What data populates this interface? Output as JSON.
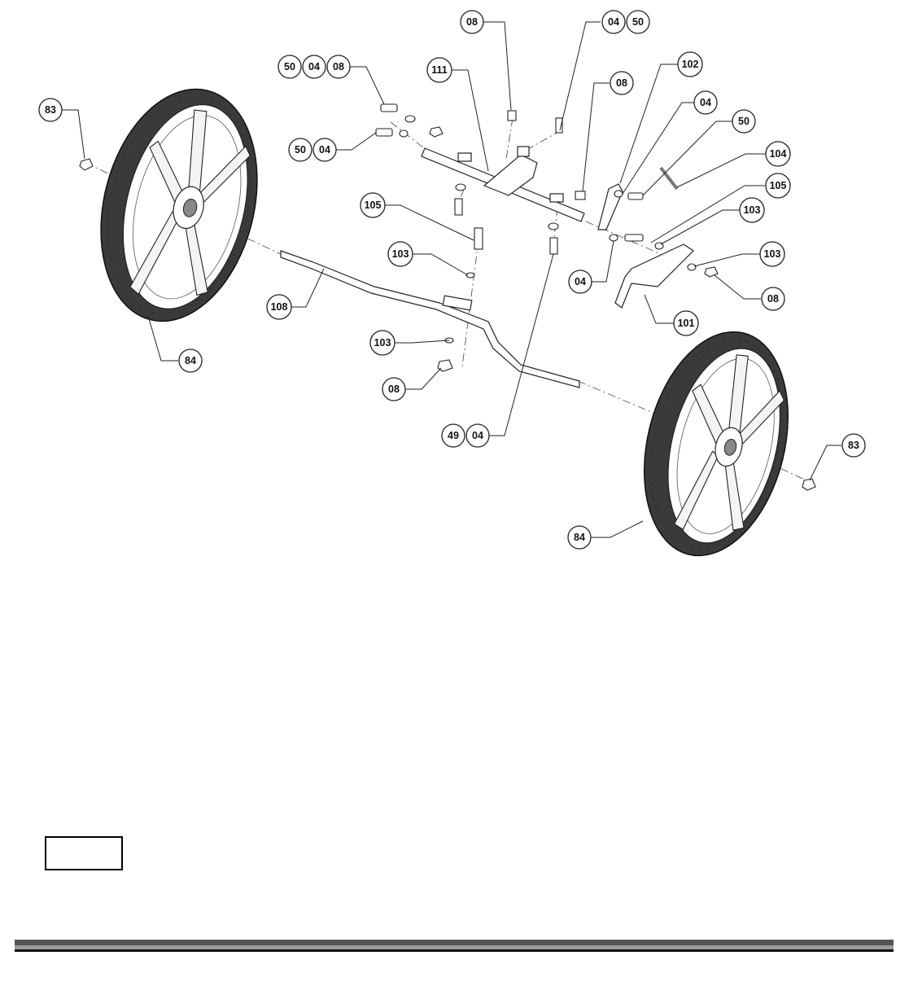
{
  "callouts": [
    {
      "id": "c08a",
      "label": "08"
    },
    {
      "id": "c04a",
      "label": "04"
    },
    {
      "id": "c50a",
      "label": "50"
    },
    {
      "id": "c50b",
      "label": "50"
    },
    {
      "id": "c04b",
      "label": "04"
    },
    {
      "id": "c08b",
      "label": "08"
    },
    {
      "id": "c111",
      "label": "111"
    },
    {
      "id": "c102",
      "label": "102"
    },
    {
      "id": "c08c",
      "label": "08"
    },
    {
      "id": "c83a",
      "label": "83"
    },
    {
      "id": "c04c",
      "label": "04"
    },
    {
      "id": "c50c",
      "label": "50"
    },
    {
      "id": "c50d",
      "label": "50"
    },
    {
      "id": "c04d",
      "label": "04"
    },
    {
      "id": "c104",
      "label": "104"
    },
    {
      "id": "c105a",
      "label": "105"
    },
    {
      "id": "c105b",
      "label": "105"
    },
    {
      "id": "c103a",
      "label": "103"
    },
    {
      "id": "c103b",
      "label": "103"
    },
    {
      "id": "c103c",
      "label": "103"
    },
    {
      "id": "c04e",
      "label": "04"
    },
    {
      "id": "c08d",
      "label": "08"
    },
    {
      "id": "c108",
      "label": "108"
    },
    {
      "id": "c101",
      "label": "101"
    },
    {
      "id": "c84a",
      "label": "84"
    },
    {
      "id": "c103d",
      "label": "103"
    },
    {
      "id": "c08e",
      "label": "08"
    },
    {
      "id": "c49",
      "label": "49"
    },
    {
      "id": "c04f",
      "label": "04"
    },
    {
      "id": "c83b",
      "label": "83"
    },
    {
      "id": "c84b",
      "label": "84"
    }
  ],
  "colors": {
    "tire": "#3a3a3a",
    "line": "#222222",
    "footer_dark": "#555555",
    "footer_light": "#9a9a9a"
  }
}
